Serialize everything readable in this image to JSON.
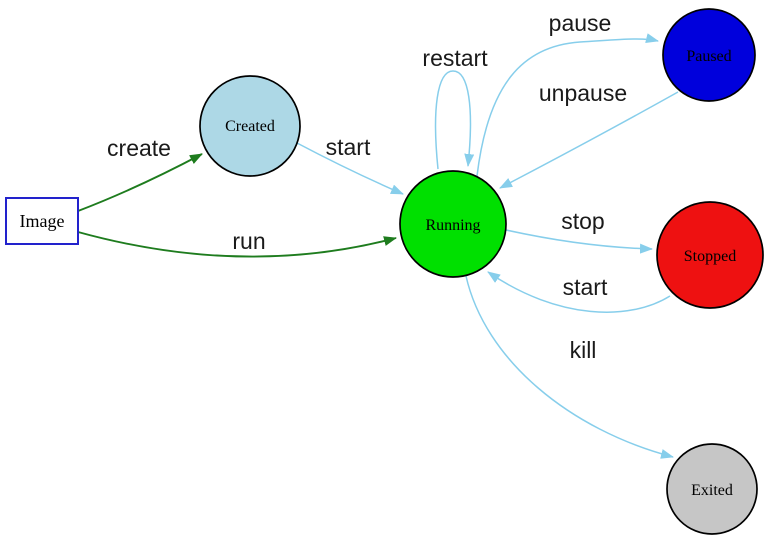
{
  "colors": {
    "edge_blue": "#87CEEB",
    "edge_green": "#1E7C1E",
    "image_fill": "#FFFFFF",
    "image_border": "#2222CC",
    "created_fill": "#ADD8E6",
    "running_fill": "#00E000",
    "paused_fill": "#0000DC",
    "stopped_fill": "#EE1111",
    "exited_fill": "#C6C6C6"
  },
  "nodes": {
    "image": {
      "label": "Image",
      "shape": "rect"
    },
    "created": {
      "label": "Created",
      "shape": "circle"
    },
    "running": {
      "label": "Running",
      "shape": "circle"
    },
    "paused": {
      "label": "Paused",
      "shape": "circle"
    },
    "stopped": {
      "label": "Stopped",
      "shape": "circle"
    },
    "exited": {
      "label": "Exited",
      "shape": "circle"
    }
  },
  "edges": {
    "create": {
      "label": "create",
      "from": "Image",
      "to": "Created"
    },
    "run": {
      "label": "run",
      "from": "Image",
      "to": "Running"
    },
    "start_created": {
      "label": "start",
      "from": "Created",
      "to": "Running"
    },
    "restart": {
      "label": "restart",
      "from": "Running",
      "to": "Running"
    },
    "pause": {
      "label": "pause",
      "from": "Running",
      "to": "Paused"
    },
    "unpause": {
      "label": "unpause",
      "from": "Paused",
      "to": "Running"
    },
    "stop": {
      "label": "stop",
      "from": "Running",
      "to": "Stopped"
    },
    "start_stopped": {
      "label": "start",
      "from": "Stopped",
      "to": "Running"
    },
    "kill": {
      "label": "kill",
      "from": "Running",
      "to": "Exited"
    }
  }
}
